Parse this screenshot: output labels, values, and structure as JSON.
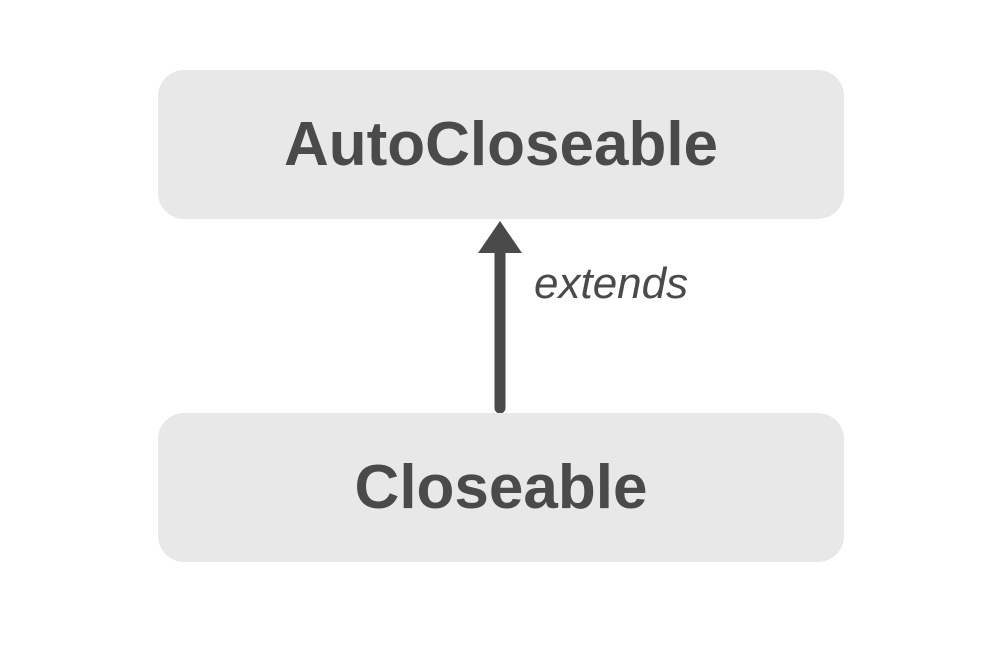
{
  "diagram": {
    "type": "class-inheritance",
    "nodes": [
      {
        "id": "autocloseable",
        "label": "AutoCloseable"
      },
      {
        "id": "closeable",
        "label": "Closeable"
      }
    ],
    "edges": [
      {
        "from": "closeable",
        "to": "autocloseable",
        "label": "extends",
        "direction": "up",
        "arrow_head": "filled-triangle"
      }
    ],
    "colors": {
      "background": "#ffffff",
      "node_fill": "#e8e8e8",
      "text": "#4a4a4a",
      "arrow": "#4a4a4a"
    }
  }
}
